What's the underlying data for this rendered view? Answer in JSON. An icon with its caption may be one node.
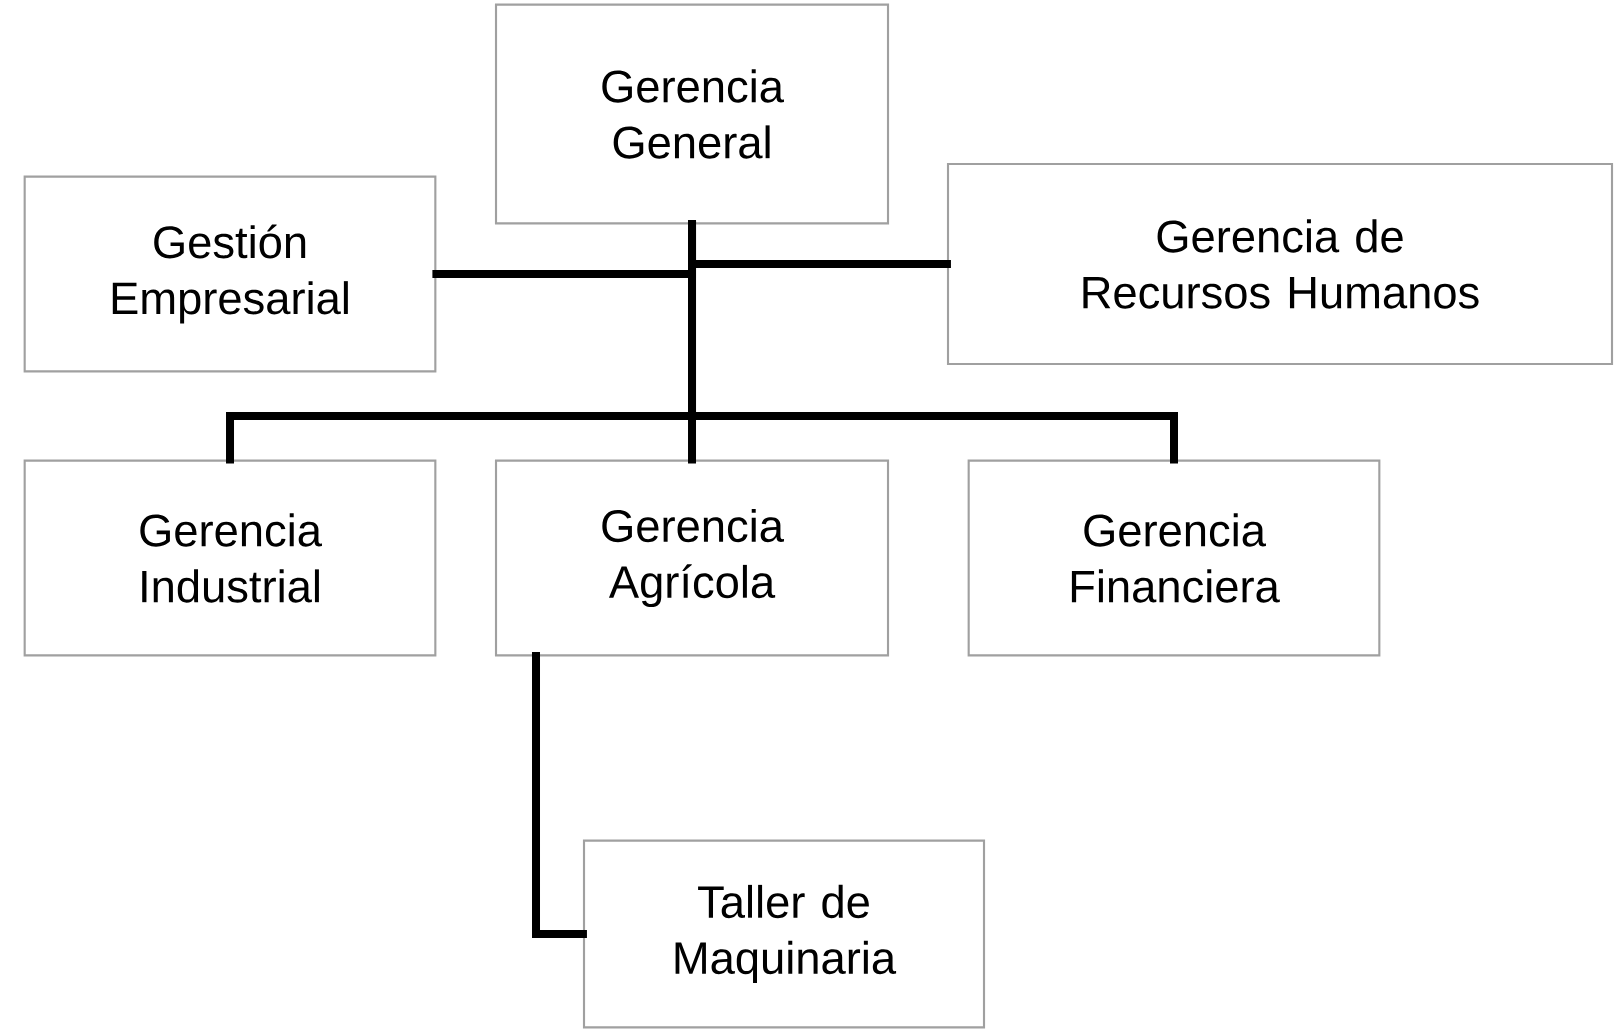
{
  "diagram": {
    "nodes": [
      {
        "text": [
          "Gerencia General"
        ]
      },
      {
        "text": [
          "Gestión Empresarial"
        ]
      },
      {
        "text": [
          "Gerencia de Recursos Humanos"
        ]
      },
      {
        "text": [
          "Gerencia Industrial"
        ]
      },
      {
        "text": [
          "Gerencia Agrícola"
        ]
      },
      {
        "text": [
          "Gerencia Financiera"
        ]
      },
      {
        "text": [
          "Taller de Maquinaria"
        ]
      }
    ],
    "edges": [
      {
        "from": 0,
        "to": 1,
        "arrow": "none"
      },
      {
        "from": 0,
        "to": 2,
        "arrow": "none"
      },
      {
        "from": 0,
        "to": 3,
        "arrow": "none"
      },
      {
        "from": 0,
        "to": 4,
        "arrow": "none"
      },
      {
        "from": 0,
        "to": 5,
        "arrow": "none"
      },
      {
        "from": 4,
        "to": 6,
        "arrow": "none"
      }
    ]
  }
}
